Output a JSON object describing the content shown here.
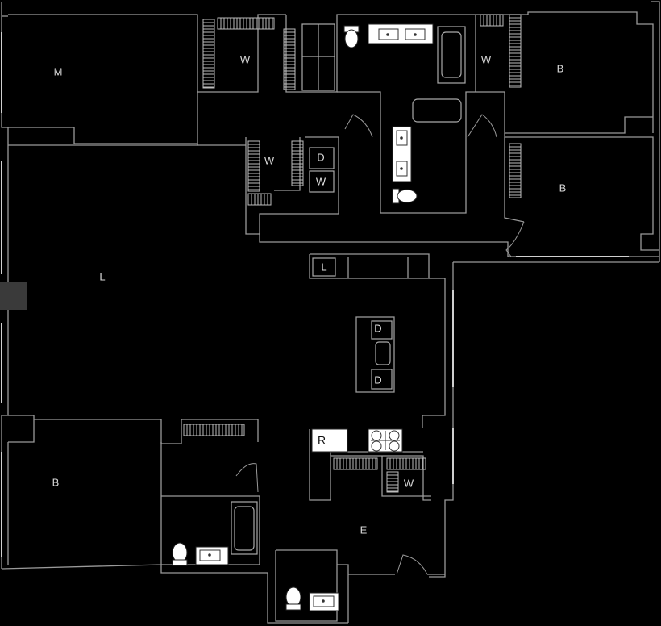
{
  "rooms": {
    "master": "M",
    "living": "L",
    "bedroom_ne": "B",
    "bedroom_e": "B",
    "bedroom_sw": "B",
    "entry": "E"
  },
  "closets": {
    "walkin_master": "W",
    "walkin_hall": "W",
    "walkin_ne": "W",
    "walkin_entry": "W"
  },
  "appliances": {
    "dryer": "D",
    "washer": "W",
    "linen": "L",
    "refrigerator": "R",
    "dishwasher_top": "D",
    "dishwasher_bottom": "D"
  }
}
